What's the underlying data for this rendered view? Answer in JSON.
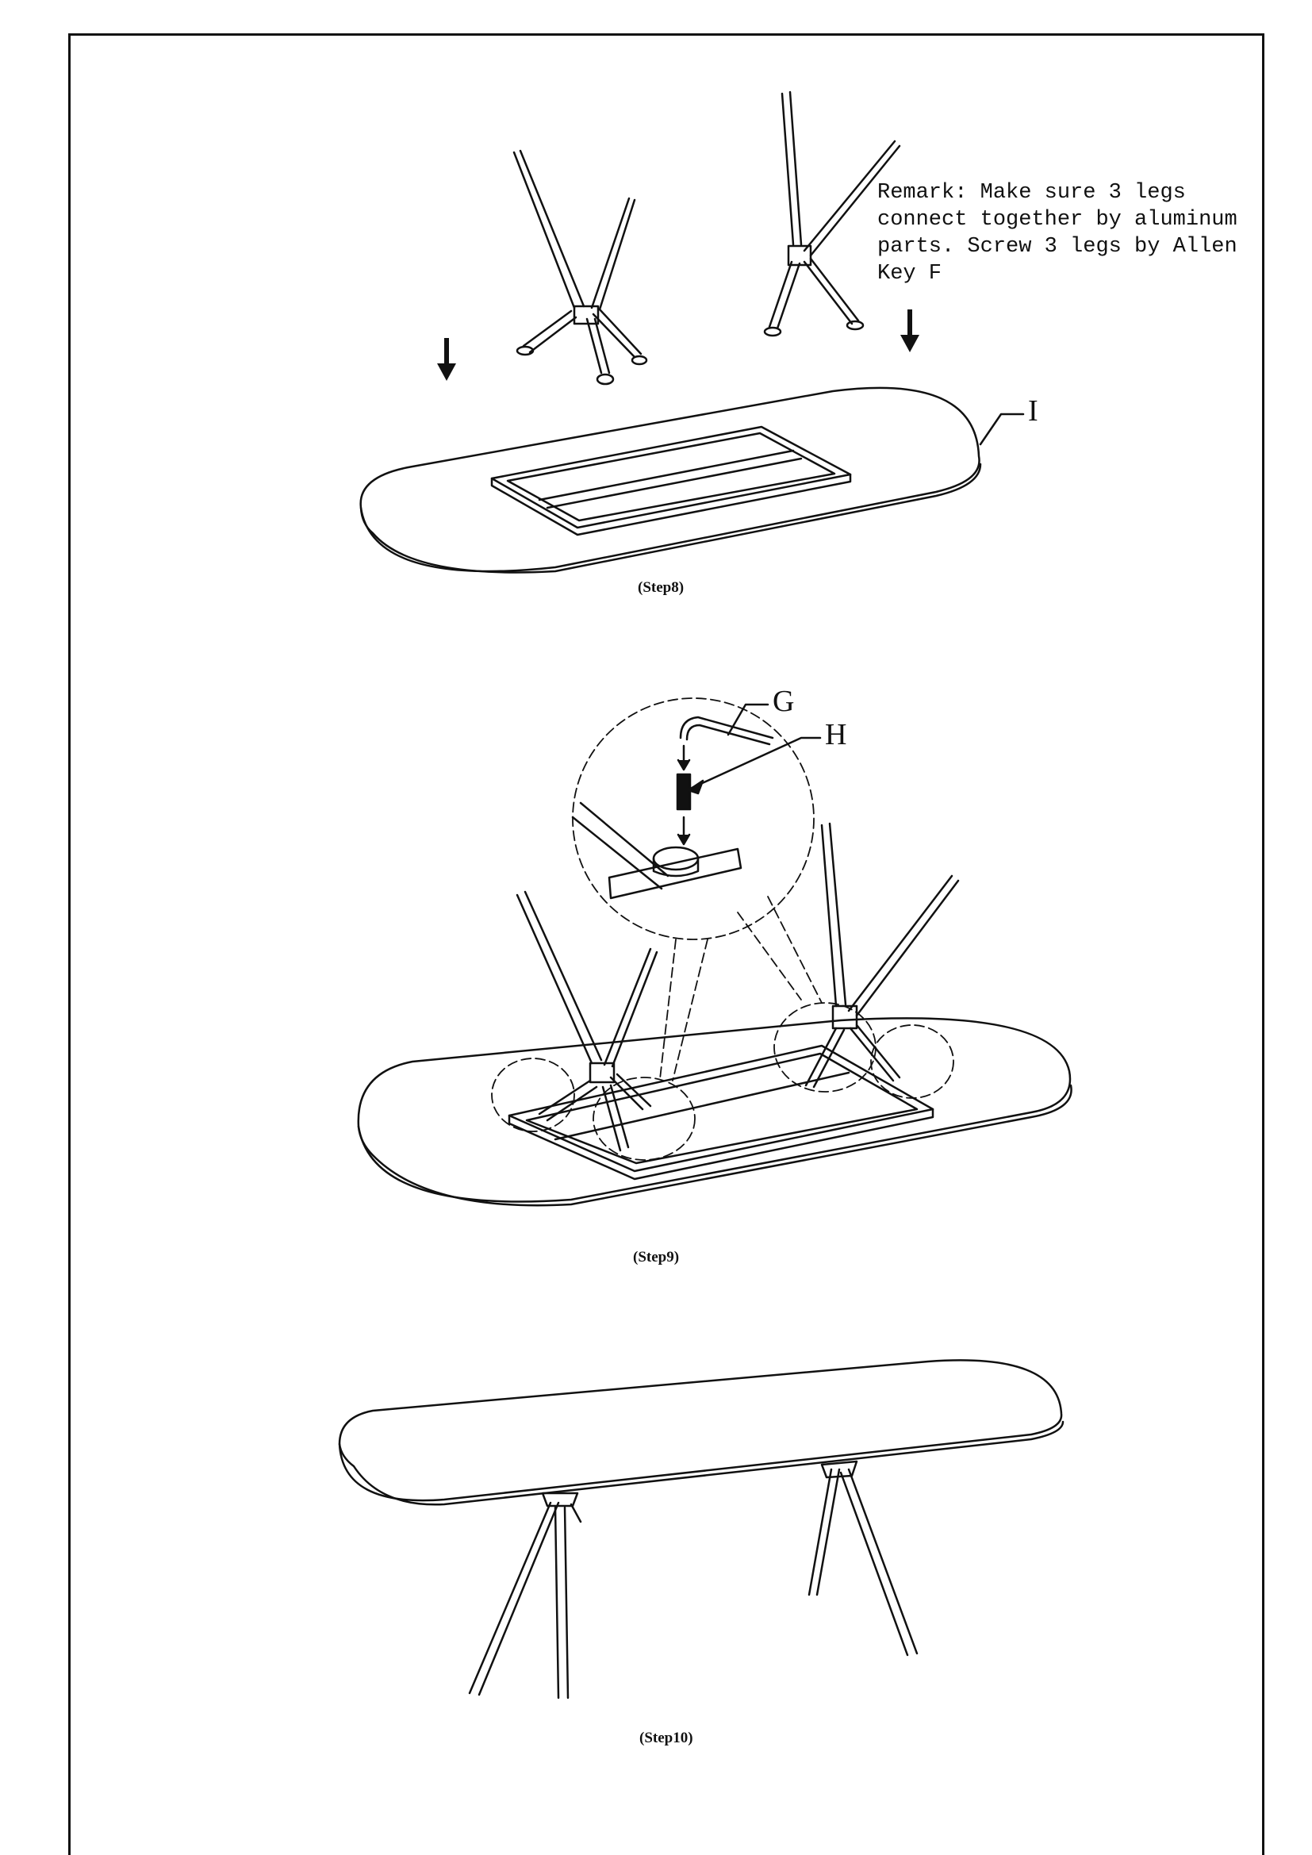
{
  "page": {
    "remark": "Remark: Make sure 3 legs connect together by aluminum parts. Screw 3 legs by Allen Key F",
    "steps": [
      {
        "id": "step8",
        "caption": "(Step8)"
      },
      {
        "id": "step9",
        "caption": "(Step9)"
      },
      {
        "id": "step10",
        "caption": "(Step10)"
      }
    ],
    "part_labels": {
      "tabletop": "I",
      "allen_key": "G",
      "screw": "H"
    }
  }
}
